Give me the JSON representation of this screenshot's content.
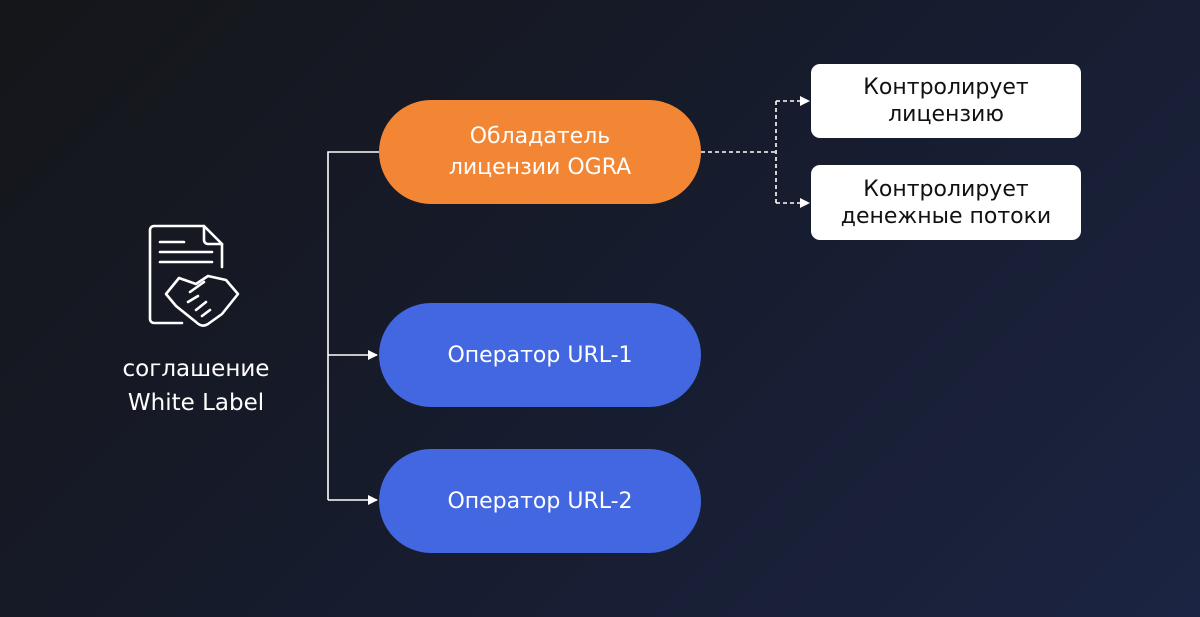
{
  "agreement": {
    "line1": "соглашение",
    "line2": "White Label",
    "icon": "contract-handshake-icon"
  },
  "license_holder": {
    "line1": "Обладатель",
    "line2": "лицензии OGRA"
  },
  "operators": [
    {
      "label": "Оператор URL-1"
    },
    {
      "label": "Оператор URL-2"
    }
  ],
  "controls": [
    {
      "line1": "Контролирует",
      "line2": "лицензию"
    },
    {
      "line1": "Контролирует",
      "line2": "денежные потоки"
    }
  ],
  "colors": {
    "orange": "#F38634",
    "blue": "#4267E0"
  }
}
